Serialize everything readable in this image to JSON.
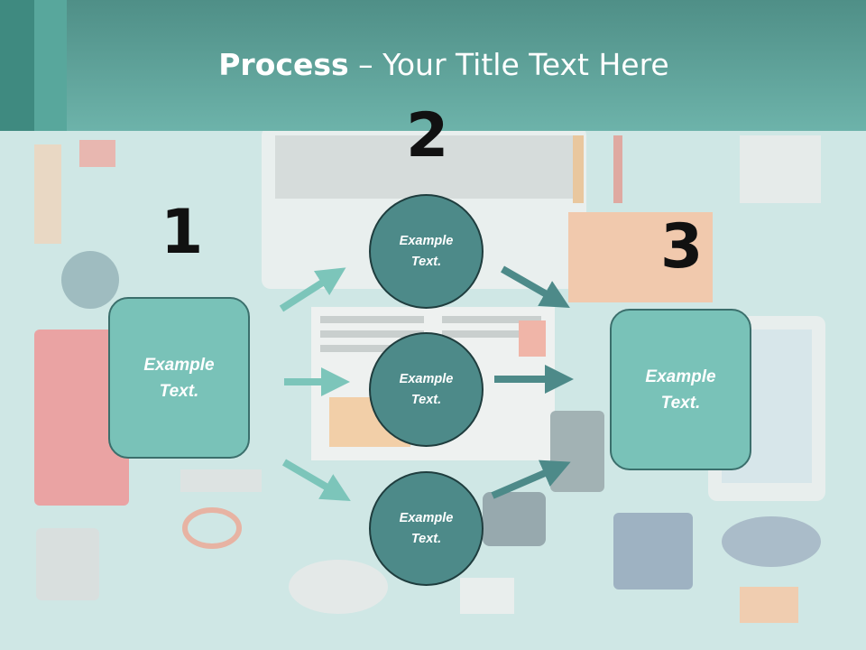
{
  "title": {
    "bold": "Process",
    "rest": " – Your Title Text Here"
  },
  "steps": [
    {
      "number": "1",
      "box_text": "Example\nText."
    },
    {
      "number": "2"
    },
    {
      "number": "3",
      "box_text": "Example\nText."
    }
  ],
  "circles": [
    {
      "text": "Example\nText."
    },
    {
      "text": "Example\nText."
    },
    {
      "text": "Example\nText."
    }
  ],
  "colors": {
    "header": "#6db3aa",
    "box_fill": "#79c2b8",
    "circle_fill": "#4d8a89",
    "arrow_light": "#7cc5ba",
    "arrow_dark": "#4d8a89"
  }
}
